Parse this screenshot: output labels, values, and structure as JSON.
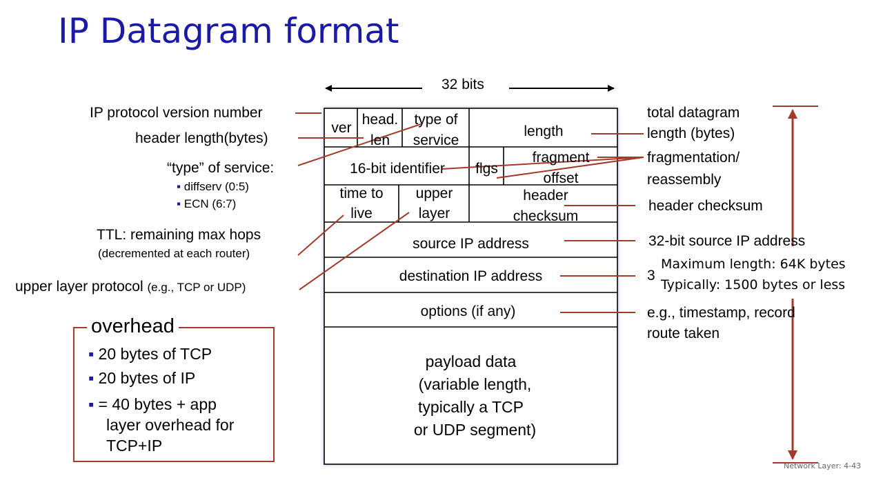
{
  "title": "IP Datagram format",
  "width_label": "32 bits",
  "fields": {
    "ver": "ver",
    "head_len_1": "head.",
    "head_len_2": "len",
    "tos_1": "type of",
    "tos_2": "service",
    "length": "length",
    "identifier": "16-bit identifier",
    "flgs": "flgs",
    "frag_1": "fragment",
    "frag_2": "offset",
    "ttl_1": "time to",
    "ttl_2": "live",
    "upper_1": "upper",
    "upper_2": "layer",
    "checksum_1": "header",
    "checksum_2": "checksum",
    "src": "source IP address",
    "dst": "destination IP address",
    "options": "options (if any)",
    "payload": [
      "payload data",
      "(variable length,",
      "typically a TCP",
      "or UDP segment)"
    ]
  },
  "left_labels": {
    "version": "IP protocol version number",
    "hlen": "header length(bytes)",
    "tos": "“type” of service:",
    "diffserv": "diffserv (0:5)",
    "ecn": "ECN (6:7)",
    "ttl": "TTL: remaining  max hops",
    "ttl_sub": "(decremented at each router)",
    "upper_main": "upper layer protocol",
    "upper_sub": "(e.g., TCP or UDP)"
  },
  "right_labels": {
    "total_1": "total datagram",
    "total_2": "length (bytes)",
    "frag_1": "fragmentation/",
    "frag_2": "reassembly",
    "checksum": "header checksum",
    "src": "32-bit source IP address",
    "dst_partial": "3",
    "options_1": "e.g., timestamp, record",
    "options_2": "route taken"
  },
  "callout": {
    "line1": "Maximum length: 64K bytes",
    "line2": "Typically: 1500 bytes or less"
  },
  "overhead": {
    "title": "overhead",
    "items": [
      "20 bytes of TCP",
      "20 bytes of IP",
      "= 40 bytes + app",
      "layer overhead for",
      "TCP+IP"
    ]
  },
  "footer": "Network Layer: 4-43",
  "colors": {
    "title": "#1a1aa8",
    "accent": "#a33a2a",
    "bullet": "#1a1aa8"
  },
  "bullet_icon": "▪"
}
